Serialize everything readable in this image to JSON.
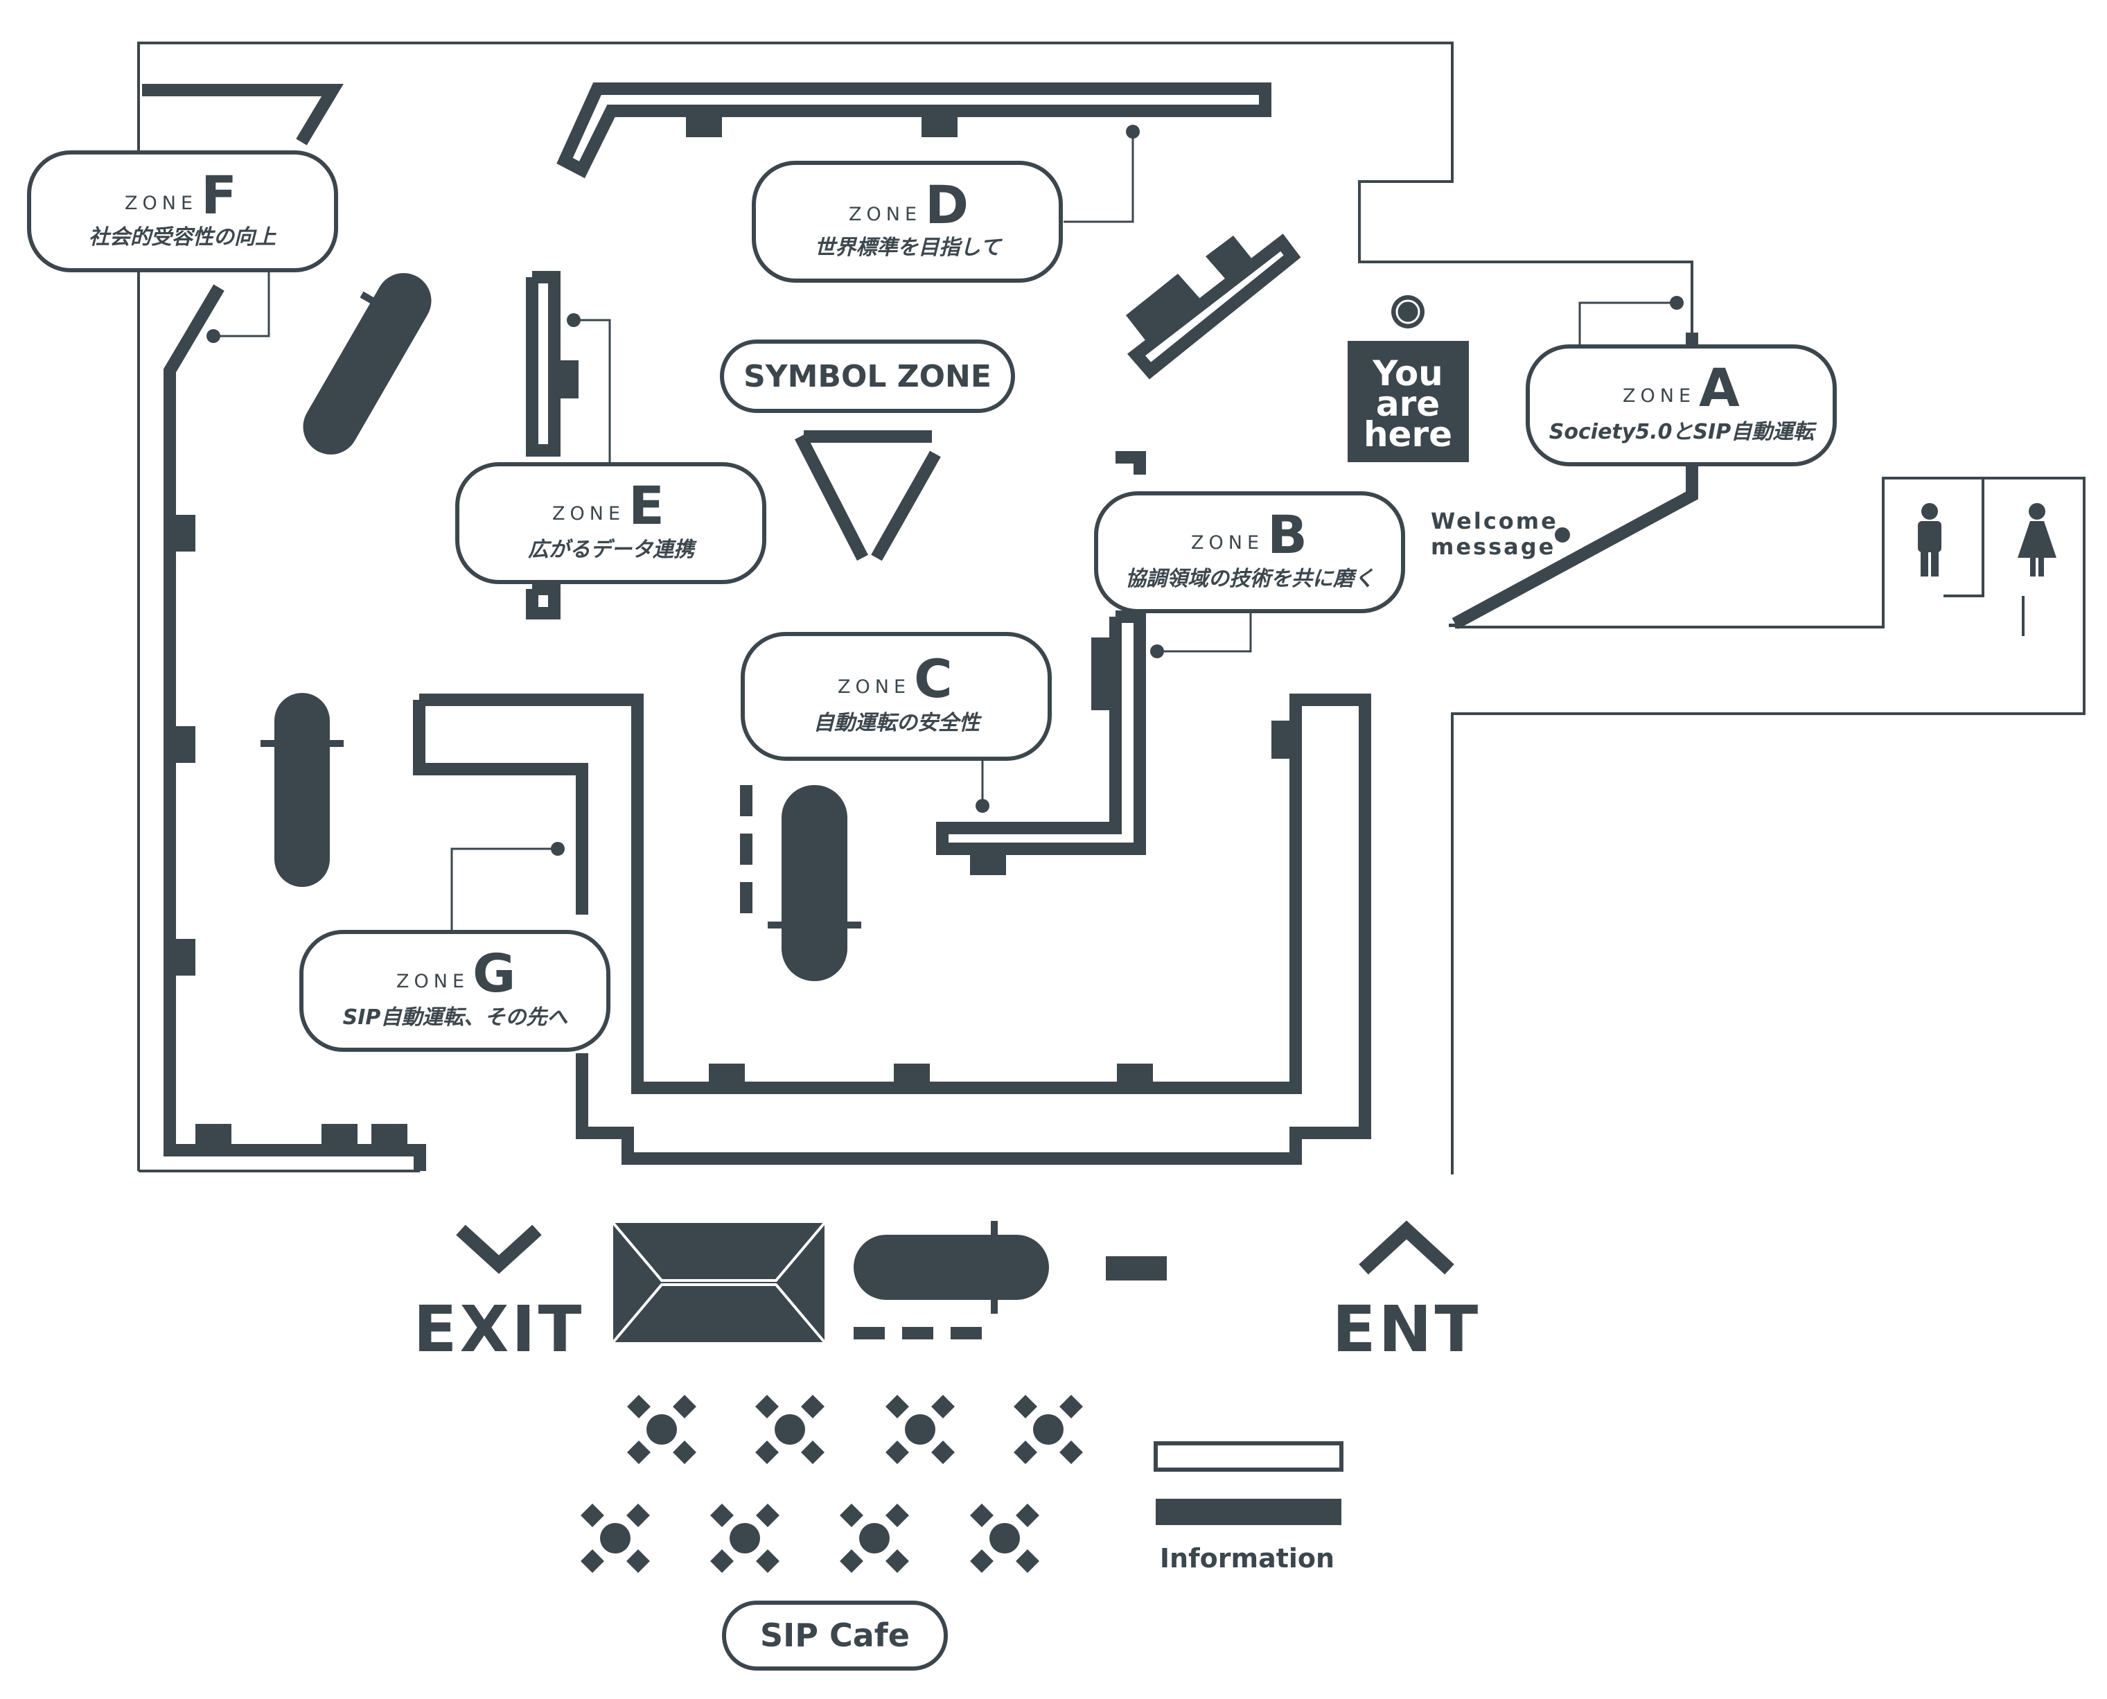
{
  "zones": [
    {
      "id": "F",
      "word": "ZONE",
      "letter": "F",
      "title": "社会的受容性の向上"
    },
    {
      "id": "D",
      "word": "ZONE",
      "letter": "D",
      "title": "世界標準を目指して"
    },
    {
      "id": "A",
      "word": "ZONE",
      "letter": "A",
      "title": "Society5.0とSIP自動運転"
    },
    {
      "id": "E",
      "word": "ZONE",
      "letter": "E",
      "title": "広がるデータ連携"
    },
    {
      "id": "B",
      "word": "ZONE",
      "letter": "B",
      "title": "協調領域の技術を共に磨く"
    },
    {
      "id": "C",
      "word": "ZONE",
      "letter": "C",
      "title": "自動運転の安全性"
    },
    {
      "id": "G",
      "word": "ZONE",
      "letter": "G",
      "title": "SIP自動運転、その先へ"
    }
  ],
  "symbol_zone": "SYMBOL ZONE",
  "you_are_here": {
    "line1": "You",
    "line2": "are",
    "line3": "here"
  },
  "welcome": {
    "line1": "Welcome",
    "line2": "message"
  },
  "exit_label": "EXIT",
  "entrance_label": "ENT",
  "information_label": "Information",
  "cafe_label": "SIP Cafe",
  "icons": [
    "male-restroom-icon",
    "female-restroom-icon",
    "exit-chevron-icon",
    "entrance-chevron-icon",
    "cafe-table-icon",
    "car-icon"
  ],
  "colors": {
    "ink": "#3c464d",
    "background": "#ffffff"
  }
}
